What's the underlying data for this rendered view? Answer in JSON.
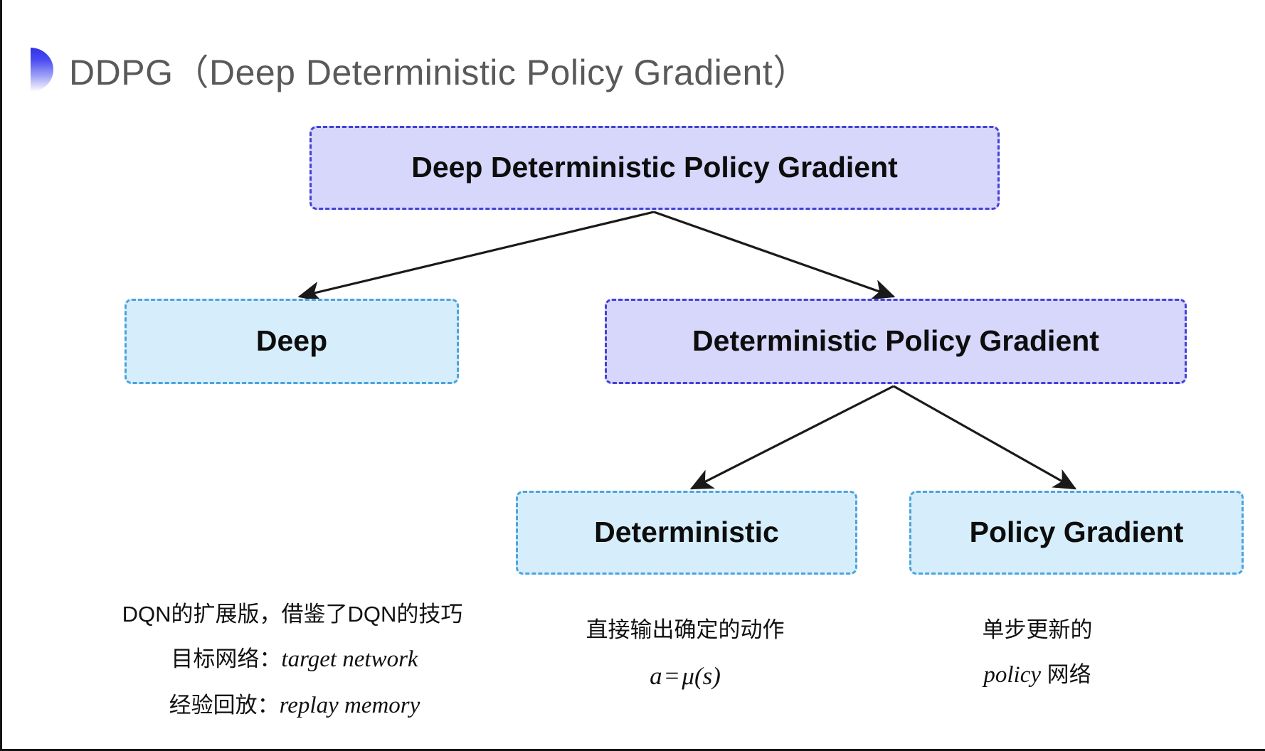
{
  "slide": {
    "title": "DDPG（Deep Deterministic Policy Gradient）",
    "background_color": "#ffffff",
    "bullet_icon": "half-circle-gradient-bullet",
    "title_color": "#595959"
  },
  "colors": {
    "purple_fill": "#d7d6fb",
    "purple_border": "#4340d8",
    "cyan_fill": "#d6eefb",
    "cyan_border": "#4ba3dc",
    "arrow": "#1a1a1a",
    "text": "#0d0d0d"
  },
  "diagram": {
    "type": "tree",
    "nodes": [
      {
        "id": "root",
        "label": "Deep Deterministic Policy Gradient",
        "style": "purple",
        "level": 0
      },
      {
        "id": "deep",
        "label": "Deep",
        "style": "cyan",
        "level": 1
      },
      {
        "id": "dpg",
        "label": "Deterministic Policy Gradient",
        "style": "purple",
        "level": 1
      },
      {
        "id": "deterministic",
        "label": "Deterministic",
        "style": "cyan",
        "level": 2
      },
      {
        "id": "policy_gradient",
        "label": "Policy Gradient",
        "style": "cyan",
        "level": 2
      }
    ],
    "edges": [
      {
        "from": "root",
        "to": "deep",
        "arrow": "single"
      },
      {
        "from": "root",
        "to": "dpg",
        "arrow": "single"
      },
      {
        "from": "dpg",
        "to": "deterministic",
        "arrow": "single"
      },
      {
        "from": "dpg",
        "to": "policy_gradient",
        "arrow": "single"
      }
    ]
  },
  "captions": {
    "deep": {
      "line1": "DQN的扩展版，借鉴了DQN的技巧",
      "line2_label": "目标网络：",
      "line2_term": "target network",
      "line3_label": "经验回放：",
      "line3_term": "replay memory"
    },
    "deterministic": {
      "line1": "直接输出确定的动作",
      "formula_lhs": "a",
      "formula_op": "=",
      "formula_rhs": "μ(s)"
    },
    "policy_gradient": {
      "line1": "单步更新的",
      "line2_term": "policy",
      "line2_suffix": " 网络"
    }
  }
}
